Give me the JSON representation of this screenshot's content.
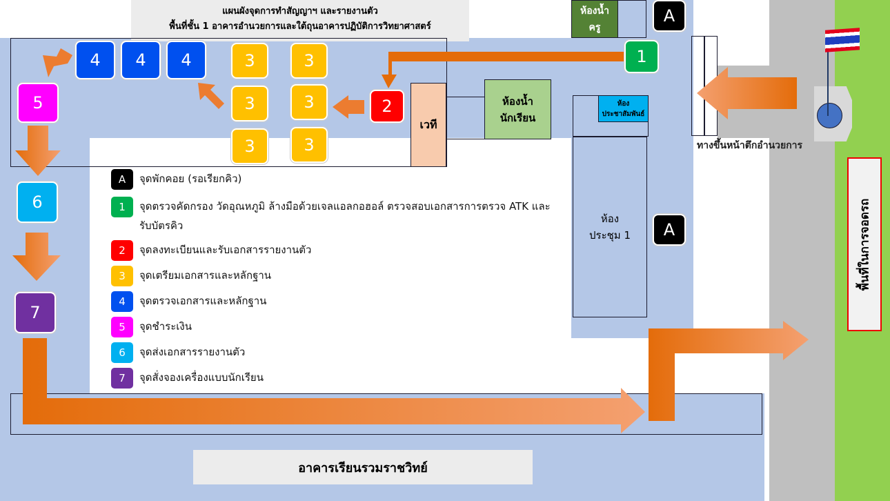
{
  "title": {
    "line1": "แผนผังจุดการทำสัญญาฯ และรายงานตัว",
    "line2": "พื้นที่ชั้น 1 อาคารอำนวยการและใต้ถุนอาคารปฏิบัติการวิทยาศาสตร์"
  },
  "rooms": {
    "teacher_toilet": "ห้องน้ำ\nครู",
    "stage": "เวที",
    "student_toilet": "ห้องน้ำ\nนักเรียน",
    "pr_room": "ห้อง\nประชาสัมพันธ์",
    "meeting_room": "ห้อง\nประชุม 1",
    "bottom_building": "อาคารเรียนรวมราชวิทย์",
    "entrance_label": "ทางขึ้นหน้าตึกอำนวยการ",
    "parking": "พื้นที่ในการจอดรถ"
  },
  "points": {
    "A": "A",
    "p1": "1",
    "p2": "2",
    "p3": "3",
    "p4": "4",
    "p5": "5",
    "p6": "6",
    "p7": "7"
  },
  "legend": [
    {
      "key": "A",
      "color": "#000000",
      "text": "จุดพักคอย (รอเรียกคิว)"
    },
    {
      "key": "1",
      "color": "#00b050",
      "text": "จุดตรวจคัดกรอง วัดอุณหภูมิ ล้างมือด้วยเจลแอลกอฮอล์  ตรวจสอบเอกสารการตรวจ ATK และรับบัตรคิว"
    },
    {
      "key": "2",
      "color": "#ff0000",
      "text": "จุดลงทะเบียนและรับเอกสารรายงานตัว"
    },
    {
      "key": "3",
      "color": "#ffc000",
      "text": "จุดเตรียมเอกสารและหลักฐาน"
    },
    {
      "key": "4",
      "color": "#0050ef",
      "text": "จุดตรวจเอกสารและหลักฐาน"
    },
    {
      "key": "5",
      "color": "#ff00ff",
      "text": "จุดชำระเงิน"
    },
    {
      "key": "6",
      "color": "#00b0f0",
      "text": "จุดส่งเอกสารรายงานตัว"
    },
    {
      "key": "7",
      "color": "#7030a0",
      "text": "จุดสั่งจองเครื่องแบบนักเรียน"
    }
  ]
}
